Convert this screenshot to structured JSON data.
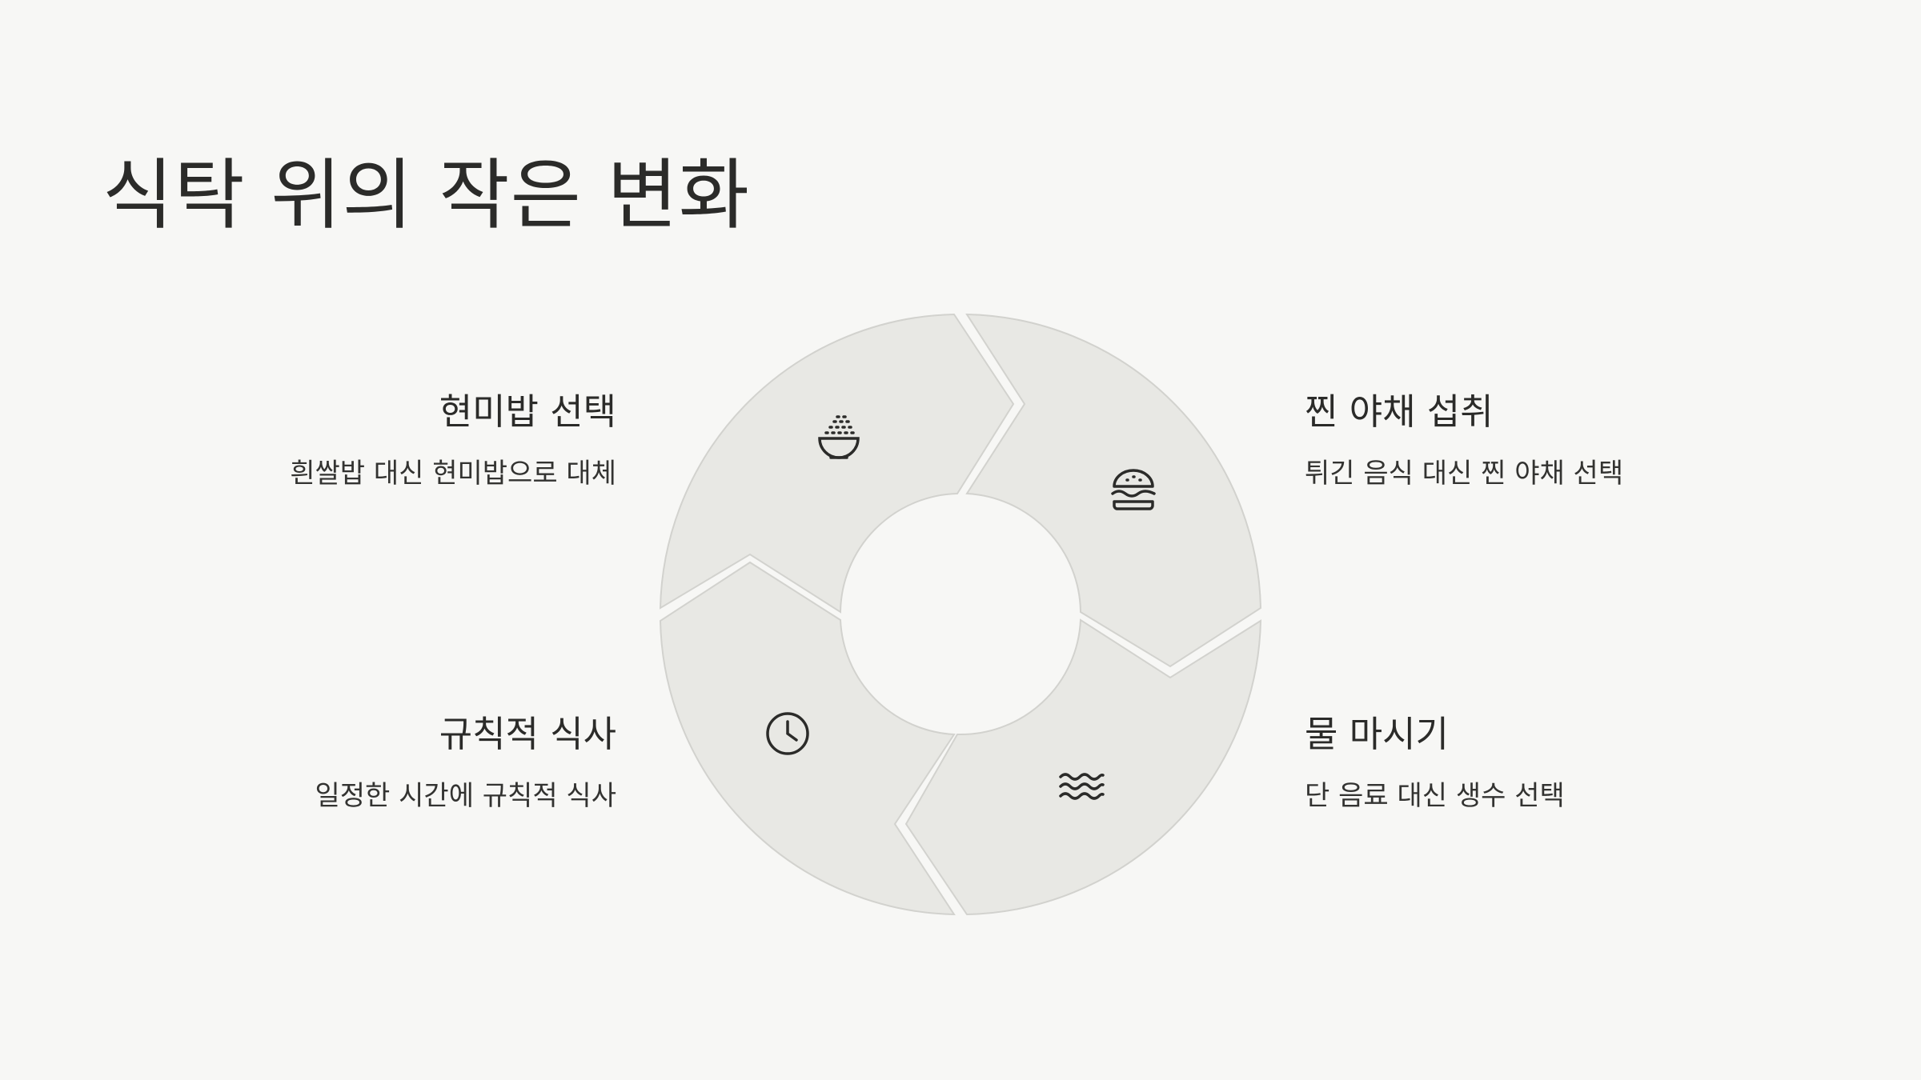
{
  "title": "식탁 위의 작은 변화",
  "steps": [
    {
      "heading": "현미밥 선택",
      "description": "흰쌀밥 대신 현미밥으로 대체",
      "icon": "rice-bowl-icon"
    },
    {
      "heading": "찐 야채 섭취",
      "description": "튀긴 음식 대신 찐 야채 선택",
      "icon": "burger-icon"
    },
    {
      "heading": "물 마시기",
      "description": "단 음료 대신 생수 선택",
      "icon": "water-waves-icon"
    },
    {
      "heading": "규칙적 식사",
      "description": "일정한 시간에 규칙적 식사",
      "icon": "clock-icon"
    }
  ],
  "colors": {
    "background": "#f7f7f5",
    "segment_fill": "#e8e8e4",
    "segment_stroke": "#d2d2ce",
    "text": "#2b2b29",
    "icon": "#2b2b29"
  }
}
